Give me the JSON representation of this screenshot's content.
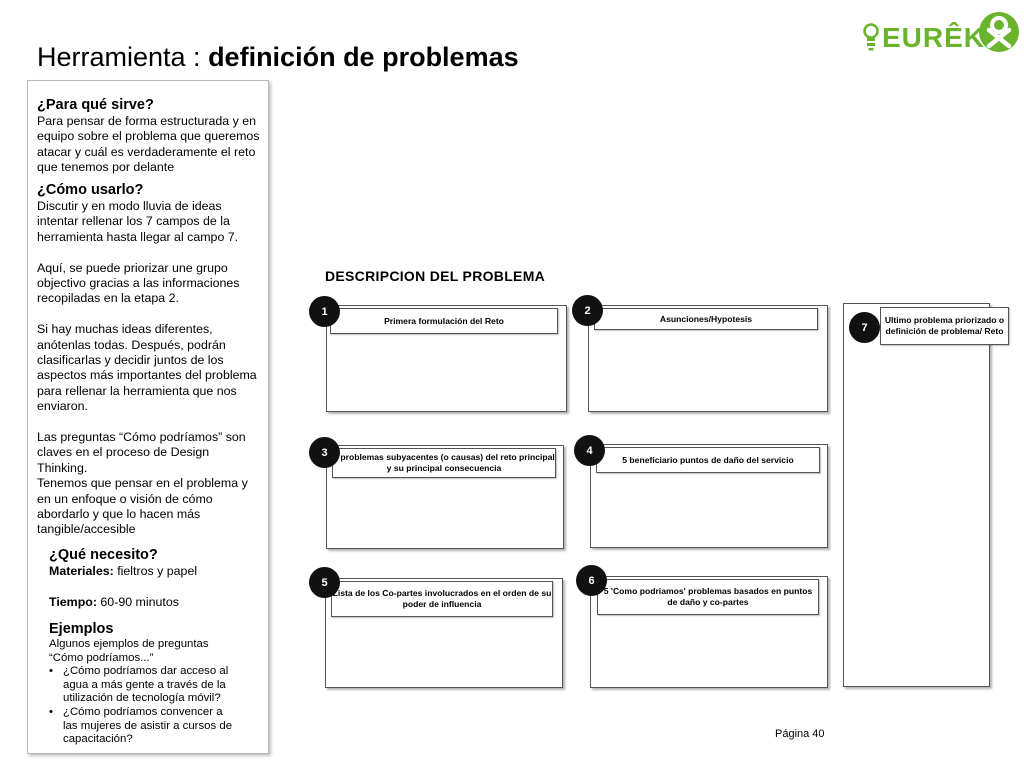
{
  "header": {
    "title_prefix": "Herramienta : ",
    "title_bold": "definición de problemas",
    "logo_text": "EURÊKA",
    "brand_color": "#6ab42d"
  },
  "panel": {
    "para_que": {
      "heading": "¿Para qué sirve?",
      "text": "Para pensar de forma estructurada y en equipo sobre el problema que queremos atacar y cuál es verdaderamente el reto que tenemos por delante"
    },
    "como": {
      "heading": "¿Cómo usarlo?",
      "p1": "Discutir y en modo lluvia de ideas intentar rellenar los 7 campos de la herramienta hasta llegar al campo 7.",
      "p2": "Aquí, se puede priorizar une grupo objectivo gracias a las informaciones recopiladas en la etapa 2.",
      "p3": "Si hay muchas ideas diferentes, anótenlas todas. Después, podrán clasificarlas y decidir juntos de los aspectos más importantes del problema para rellenar la herramienta que nos enviaron.",
      "p4": "Las preguntas “Cómo podríamos” son claves en el proceso de Design Thinking.",
      "p5": "Tenemos que pensar en el problema y en un enfoque o visión de cómo abordarlo y que lo hacen más tangible/accesible"
    },
    "necesito": {
      "heading": "¿Qué necesito?",
      "materiales_label": "Materiales:",
      "materiales_value": " fieltros y papel",
      "tiempo_label": "Tiempo:",
      "tiempo_value": " 60-90 minutos"
    },
    "ejemplos": {
      "heading": "Ejemplos",
      "intro": "Algunos ejemplos de preguntas “Cómo podríamos...”",
      "items": [
        "¿Cómo podríamos dar acceso al agua a más gente a través de la utilización de tecnología móvil?",
        "¿Cómo podríamos convencer a las mujeres de asistir a cursos de capacitación?"
      ]
    }
  },
  "diagram": {
    "title": "DESCRIPCION DEL PROBLEMA",
    "boxes": [
      {
        "num": "1",
        "label": "Primera formulación del Reto"
      },
      {
        "num": "2",
        "label": "Asunciones/Hypotesis"
      },
      {
        "num": "3",
        "label": "5 problemas subyacentes (o causas) del reto principal y su principal consecuencia"
      },
      {
        "num": "4",
        "label": "5 beneficiario puntos de daño del servicio"
      },
      {
        "num": "5",
        "label": "Lista de los Co-partes involucrados en el orden de su poder de influencia"
      },
      {
        "num": "6",
        "label": "5  'Como podriamos' problemas basados en puntos de daño y co-partes"
      },
      {
        "num": "7",
        "label": "Ultimo problema priorizado o definición de problema/ Reto"
      }
    ]
  },
  "footer": {
    "page": "Página 40"
  }
}
